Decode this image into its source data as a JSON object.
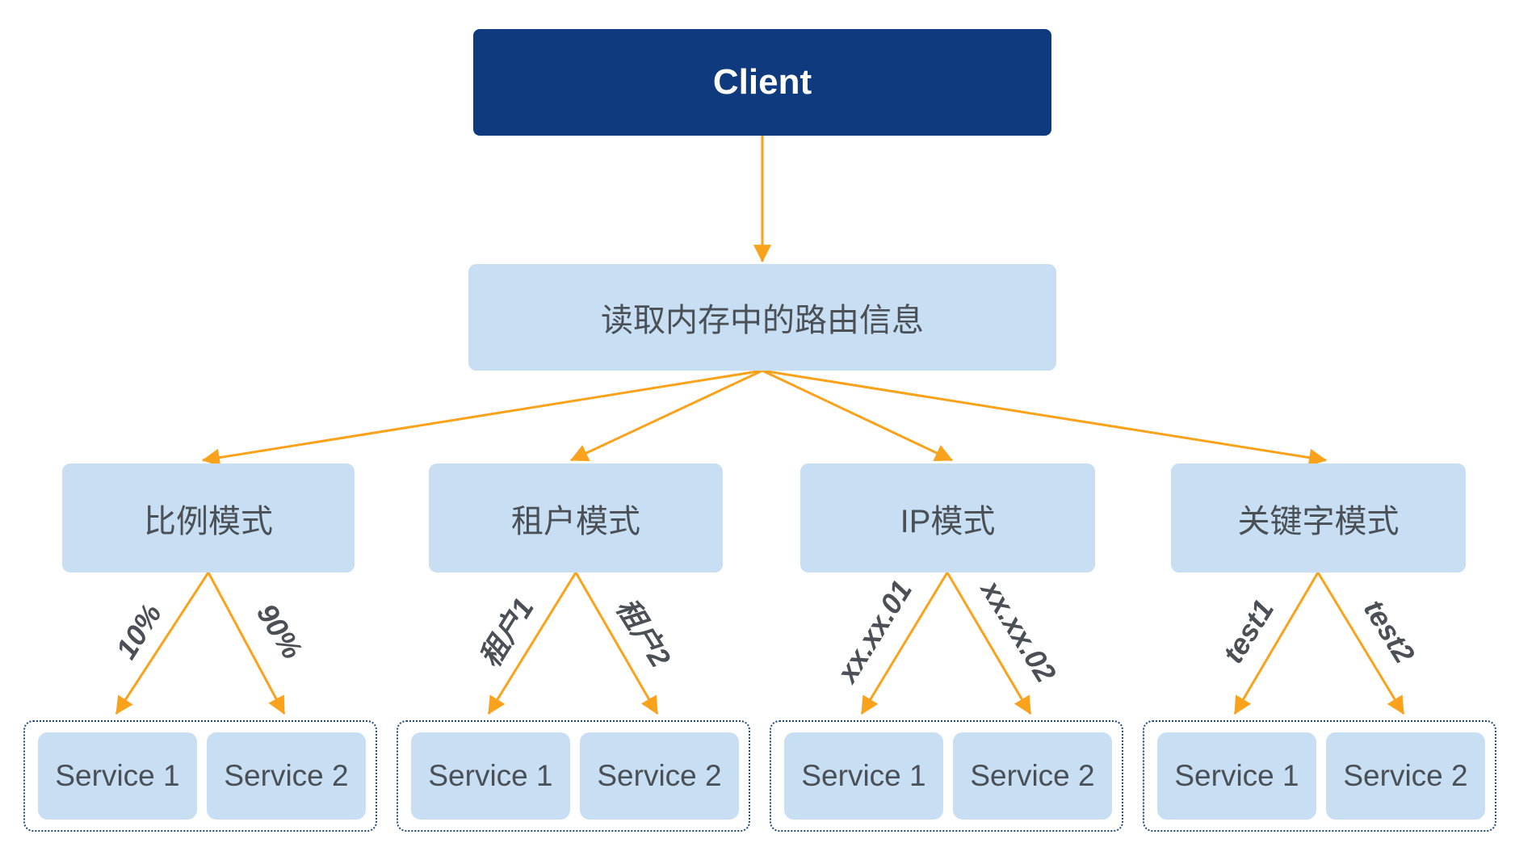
{
  "colors": {
    "node_dark_blue": "#103A7E",
    "node_light_blue": "#C7DEF3",
    "arrow_orange": "#FAA21B",
    "text_dark": "#4A5056",
    "group_border": "#1D4977",
    "text_on_dark": "#FFFFFF"
  },
  "nodes": {
    "client": "Client",
    "router": "读取内存中的路由信息"
  },
  "modes": [
    {
      "label": "比例模式",
      "left_branch": "10%",
      "right_branch": "90%",
      "services": [
        "Service 1",
        "Service 2"
      ]
    },
    {
      "label": "租户模式",
      "left_branch": "租户1",
      "right_branch": "租户2",
      "services": [
        "Service 1",
        "Service 2"
      ]
    },
    {
      "label": "IP模式",
      "left_branch": "xx.xx.01",
      "right_branch": "xx.xx.02",
      "services": [
        "Service 1",
        "Service 2"
      ]
    },
    {
      "label": "关键字模式",
      "left_branch": "test1",
      "right_branch": "test2",
      "services": [
        "Service 1",
        "Service 2"
      ]
    }
  ]
}
